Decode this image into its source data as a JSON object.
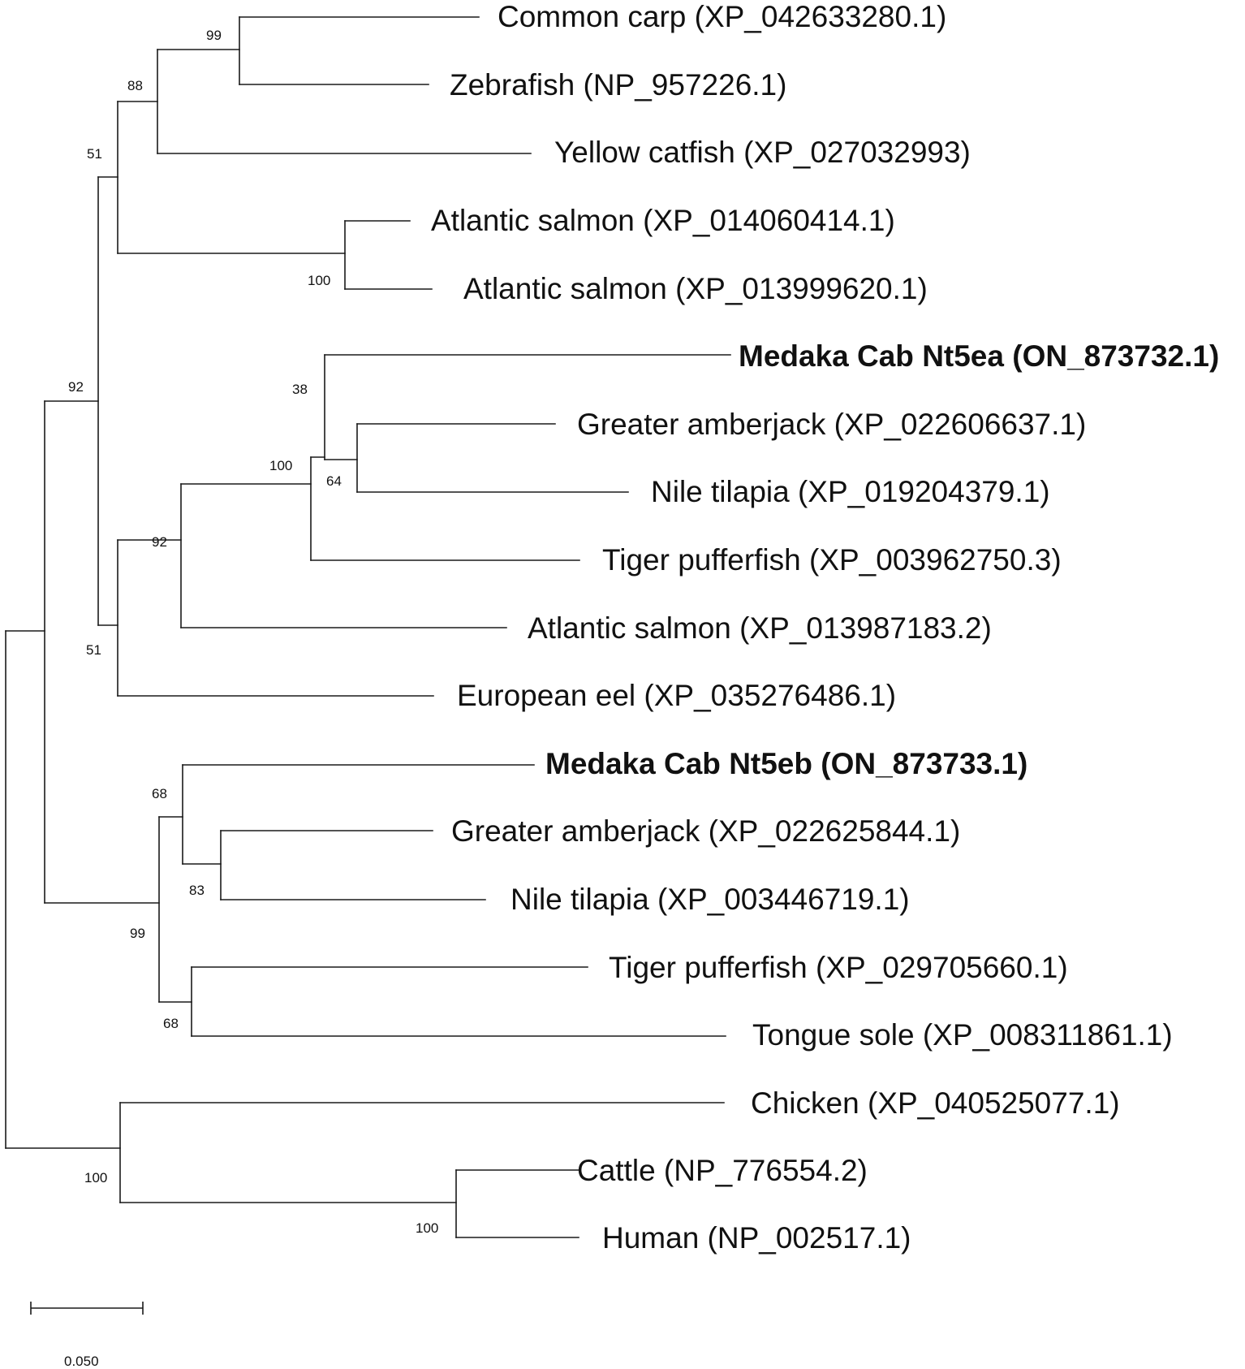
{
  "tree": {
    "leaves": [
      {
        "id": "L1",
        "label": "Common carp (XP_042633280.1)",
        "bold": false
      },
      {
        "id": "L2",
        "label": "Zebrafish (NP_957226.1)",
        "bold": false
      },
      {
        "id": "L3",
        "label": "Yellow catfish (XP_027032993)",
        "bold": false
      },
      {
        "id": "L4",
        "label": "Atlantic salmon (XP_014060414.1)",
        "bold": false
      },
      {
        "id": "L5",
        "label": "Atlantic salmon (XP_013999620.1)",
        "bold": false
      },
      {
        "id": "L6",
        "label": "Medaka Cab Nt5ea (ON_873732.1)",
        "bold": true
      },
      {
        "id": "L7",
        "label": "Greater amberjack (XP_022606637.1)",
        "bold": false
      },
      {
        "id": "L8",
        "label": "Nile tilapia (XP_019204379.1)",
        "bold": false
      },
      {
        "id": "L9",
        "label": "Tiger pufferfish (XP_003962750.3)",
        "bold": false
      },
      {
        "id": "L10",
        "label": "Atlantic salmon (XP_013987183.2)",
        "bold": false
      },
      {
        "id": "L11",
        "label": "European eel (XP_035276486.1)",
        "bold": false
      },
      {
        "id": "L12",
        "label": "Medaka Cab Nt5eb (ON_873733.1)",
        "bold": true
      },
      {
        "id": "L13",
        "label": "Greater amberjack (XP_022625844.1)",
        "bold": false
      },
      {
        "id": "L14",
        "label": "Nile tilapia (XP_003446719.1)",
        "bold": false
      },
      {
        "id": "L15",
        "label": "Tiger pufferfish (XP_029705660.1)",
        "bold": false
      },
      {
        "id": "L16",
        "label": "Tongue sole (XP_008311861.1)",
        "bold": false
      },
      {
        "id": "L17",
        "label": "Chicken (XP_040525077.1)",
        "bold": false
      },
      {
        "id": "L18",
        "label": "Cattle (NP_776554.2)",
        "bold": false
      },
      {
        "id": "L19",
        "label": "Human (NP_002517.1)",
        "bold": false
      }
    ],
    "bootstrap_values": [
      {
        "node": "carp-zebrafish",
        "value": "99"
      },
      {
        "node": "cyprinid-catfish",
        "value": "88"
      },
      {
        "node": "ostariophysi-salmon",
        "value": "51"
      },
      {
        "node": "salmon-pair",
        "value": "100"
      },
      {
        "node": "medaka-a-group",
        "value": "38"
      },
      {
        "node": "amberjack-tilapia",
        "value": "64"
      },
      {
        "node": "nt5ea-clade",
        "value": "100"
      },
      {
        "node": "nt5ea-salmon",
        "value": "92"
      },
      {
        "node": "teleost-a",
        "value": "92"
      },
      {
        "node": "eel-group",
        "value": "51"
      },
      {
        "node": "nt5eb-medaka",
        "value": "68"
      },
      {
        "node": "nt5eb-amberjack-tilapia",
        "value": "83"
      },
      {
        "node": "nt5eb-clade",
        "value": "99"
      },
      {
        "node": "pufferfish-sole",
        "value": "68"
      },
      {
        "node": "tetrapod-clade",
        "value": "100"
      },
      {
        "node": "cattle-human",
        "value": "100"
      }
    ]
  },
  "scale_bar": {
    "label": "0.050",
    "value": 0.05
  }
}
